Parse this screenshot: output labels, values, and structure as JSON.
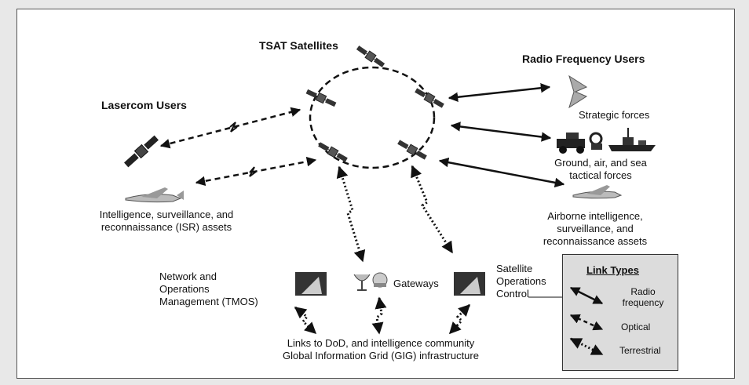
{
  "title": "TSAT Satellites",
  "groups": {
    "lasercom": "Lasercom Users",
    "radio": "Radio Frequency Users"
  },
  "nodes": {
    "strategic": "Strategic forces",
    "ground_line1": "Ground, air, and sea",
    "ground_line2": "tactical forces",
    "airborne_line1": "Airborne intelligence,",
    "airborne_line2": "surveillance, and",
    "airborne_line3": "reconnaissance assets",
    "isr_line1": "Intelligence, surveillance, and",
    "isr_line2": "reconnaissance (ISR) assets",
    "tmos_line1": "Network and",
    "tmos_line2": "Operations",
    "tmos_line3": "Management (TMOS)",
    "gateways": "Gateways",
    "soc_line1": "Satellite",
    "soc_line2": "Operations",
    "soc_line3": "Control",
    "gig_line1": "Links to DoD, and intelligence community",
    "gig_line2": "Global Information Grid (GIG) infrastructure"
  },
  "legend": {
    "title": "Link Types",
    "radio_line1": "Radio",
    "radio_line2": "frequency",
    "optical": "Optical",
    "terrestrial": "Terrestrial"
  },
  "icons": [
    "satellite-icon",
    "laser-satellite-icon",
    "uav-icon",
    "bomber-aircraft-icon",
    "vehicles-icon",
    "ship-icon",
    "control-building-icon",
    "dish-antenna-icon",
    "radome-icon"
  ]
}
